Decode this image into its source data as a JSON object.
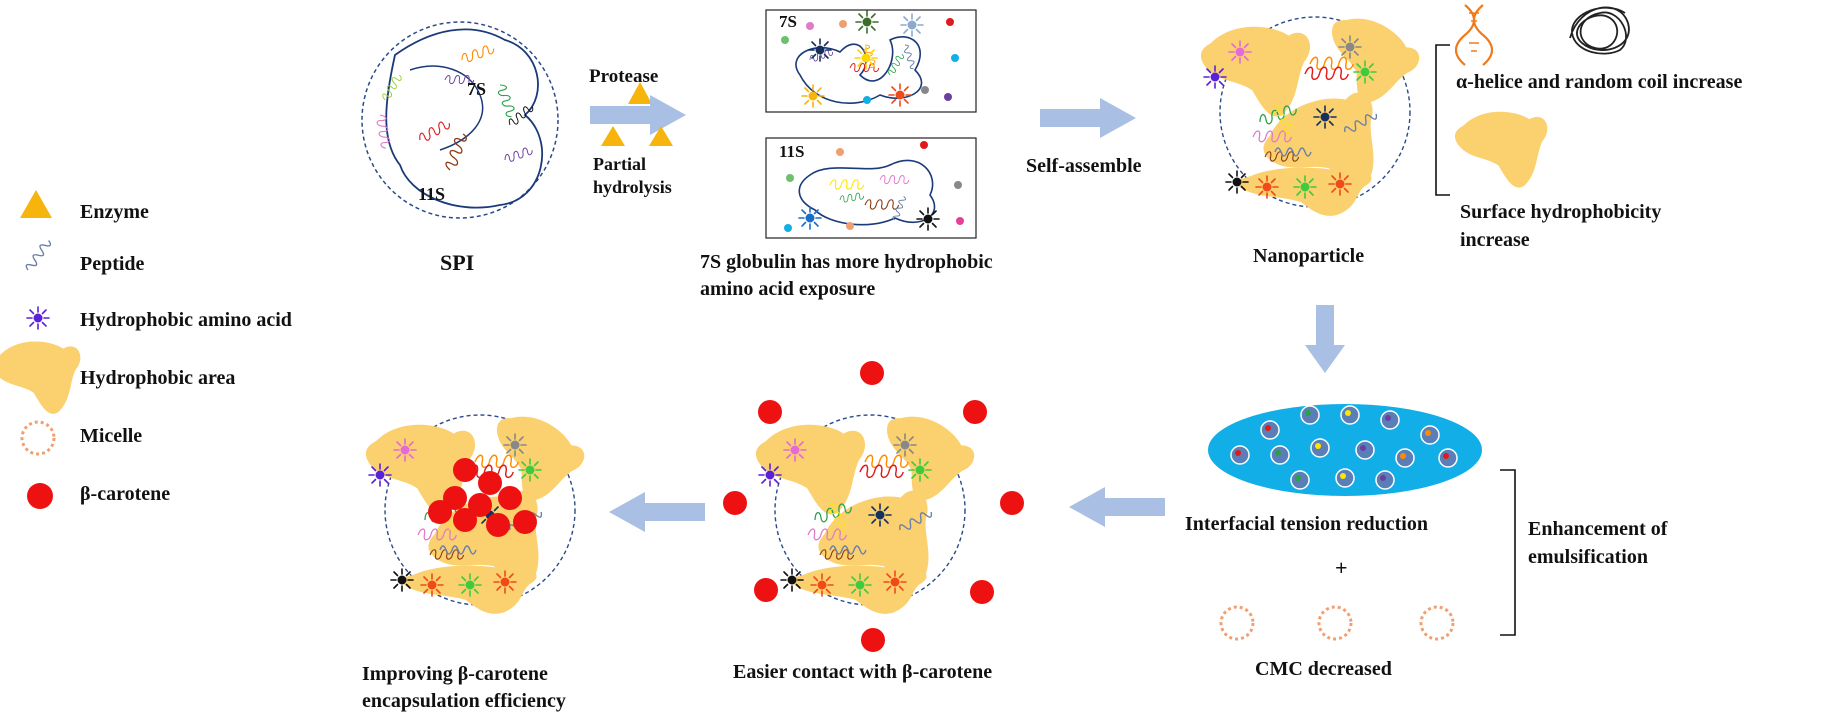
{
  "legend": {
    "enzyme": "Enzyme",
    "peptide": "Peptide",
    "hydrophobic_amino_acid": "Hydrophobic amino acid",
    "hydrophobic_area": "Hydrophobic area",
    "micelle": "Micelle",
    "beta_carotene": "β-carotene"
  },
  "spi": {
    "label": "SPI",
    "subunit_7s": "7S",
    "subunit_11s": "11S"
  },
  "protease_step": {
    "protease": "Protease",
    "partial_line1": "Partial",
    "partial_line2": "hydrolysis"
  },
  "globulin_boxes": {
    "box_7s_label": "7S",
    "box_11s_label": "11S",
    "caption_line1": "7S globulin has more hydrophobic",
    "caption_line2": "amino acid exposure"
  },
  "self_assemble": "Self-assemble",
  "nanoparticle": {
    "label": "Nanoparticle"
  },
  "effects": {
    "helix_coil": "α-helice and random coil increase",
    "hydrophobicity_line1": "Surface hydrophobicity",
    "hydrophobicity_line2": "increase"
  },
  "emulsification": {
    "interfacial": "Interfacial tension reduction",
    "plus": "+",
    "cmc": "CMC decreased",
    "enhance_line1": "Enhancement of",
    "enhance_line2": "emulsification"
  },
  "contact_label": "Easier contact with  β-carotene",
  "improve": {
    "line1": "Improving  β-carotene",
    "line2": "encapsulation efficiency"
  },
  "colors": {
    "arrow": "#a9bfe3",
    "hydrophobic_area": "#fbd06e",
    "beta_carotene": "#ee1111",
    "micelle": "#f0a070",
    "enzyme": "#f6b40c",
    "interface": "#12aee8",
    "hydrophobic_amino_acid": "#5a22d8",
    "circle_border": "#2a4a8a"
  },
  "icons": [
    "triangle-icon",
    "spring-icon",
    "burst-icon",
    "blob-icon",
    "ring-icon",
    "dot-icon",
    "dna-icon",
    "tangle-icon"
  ]
}
